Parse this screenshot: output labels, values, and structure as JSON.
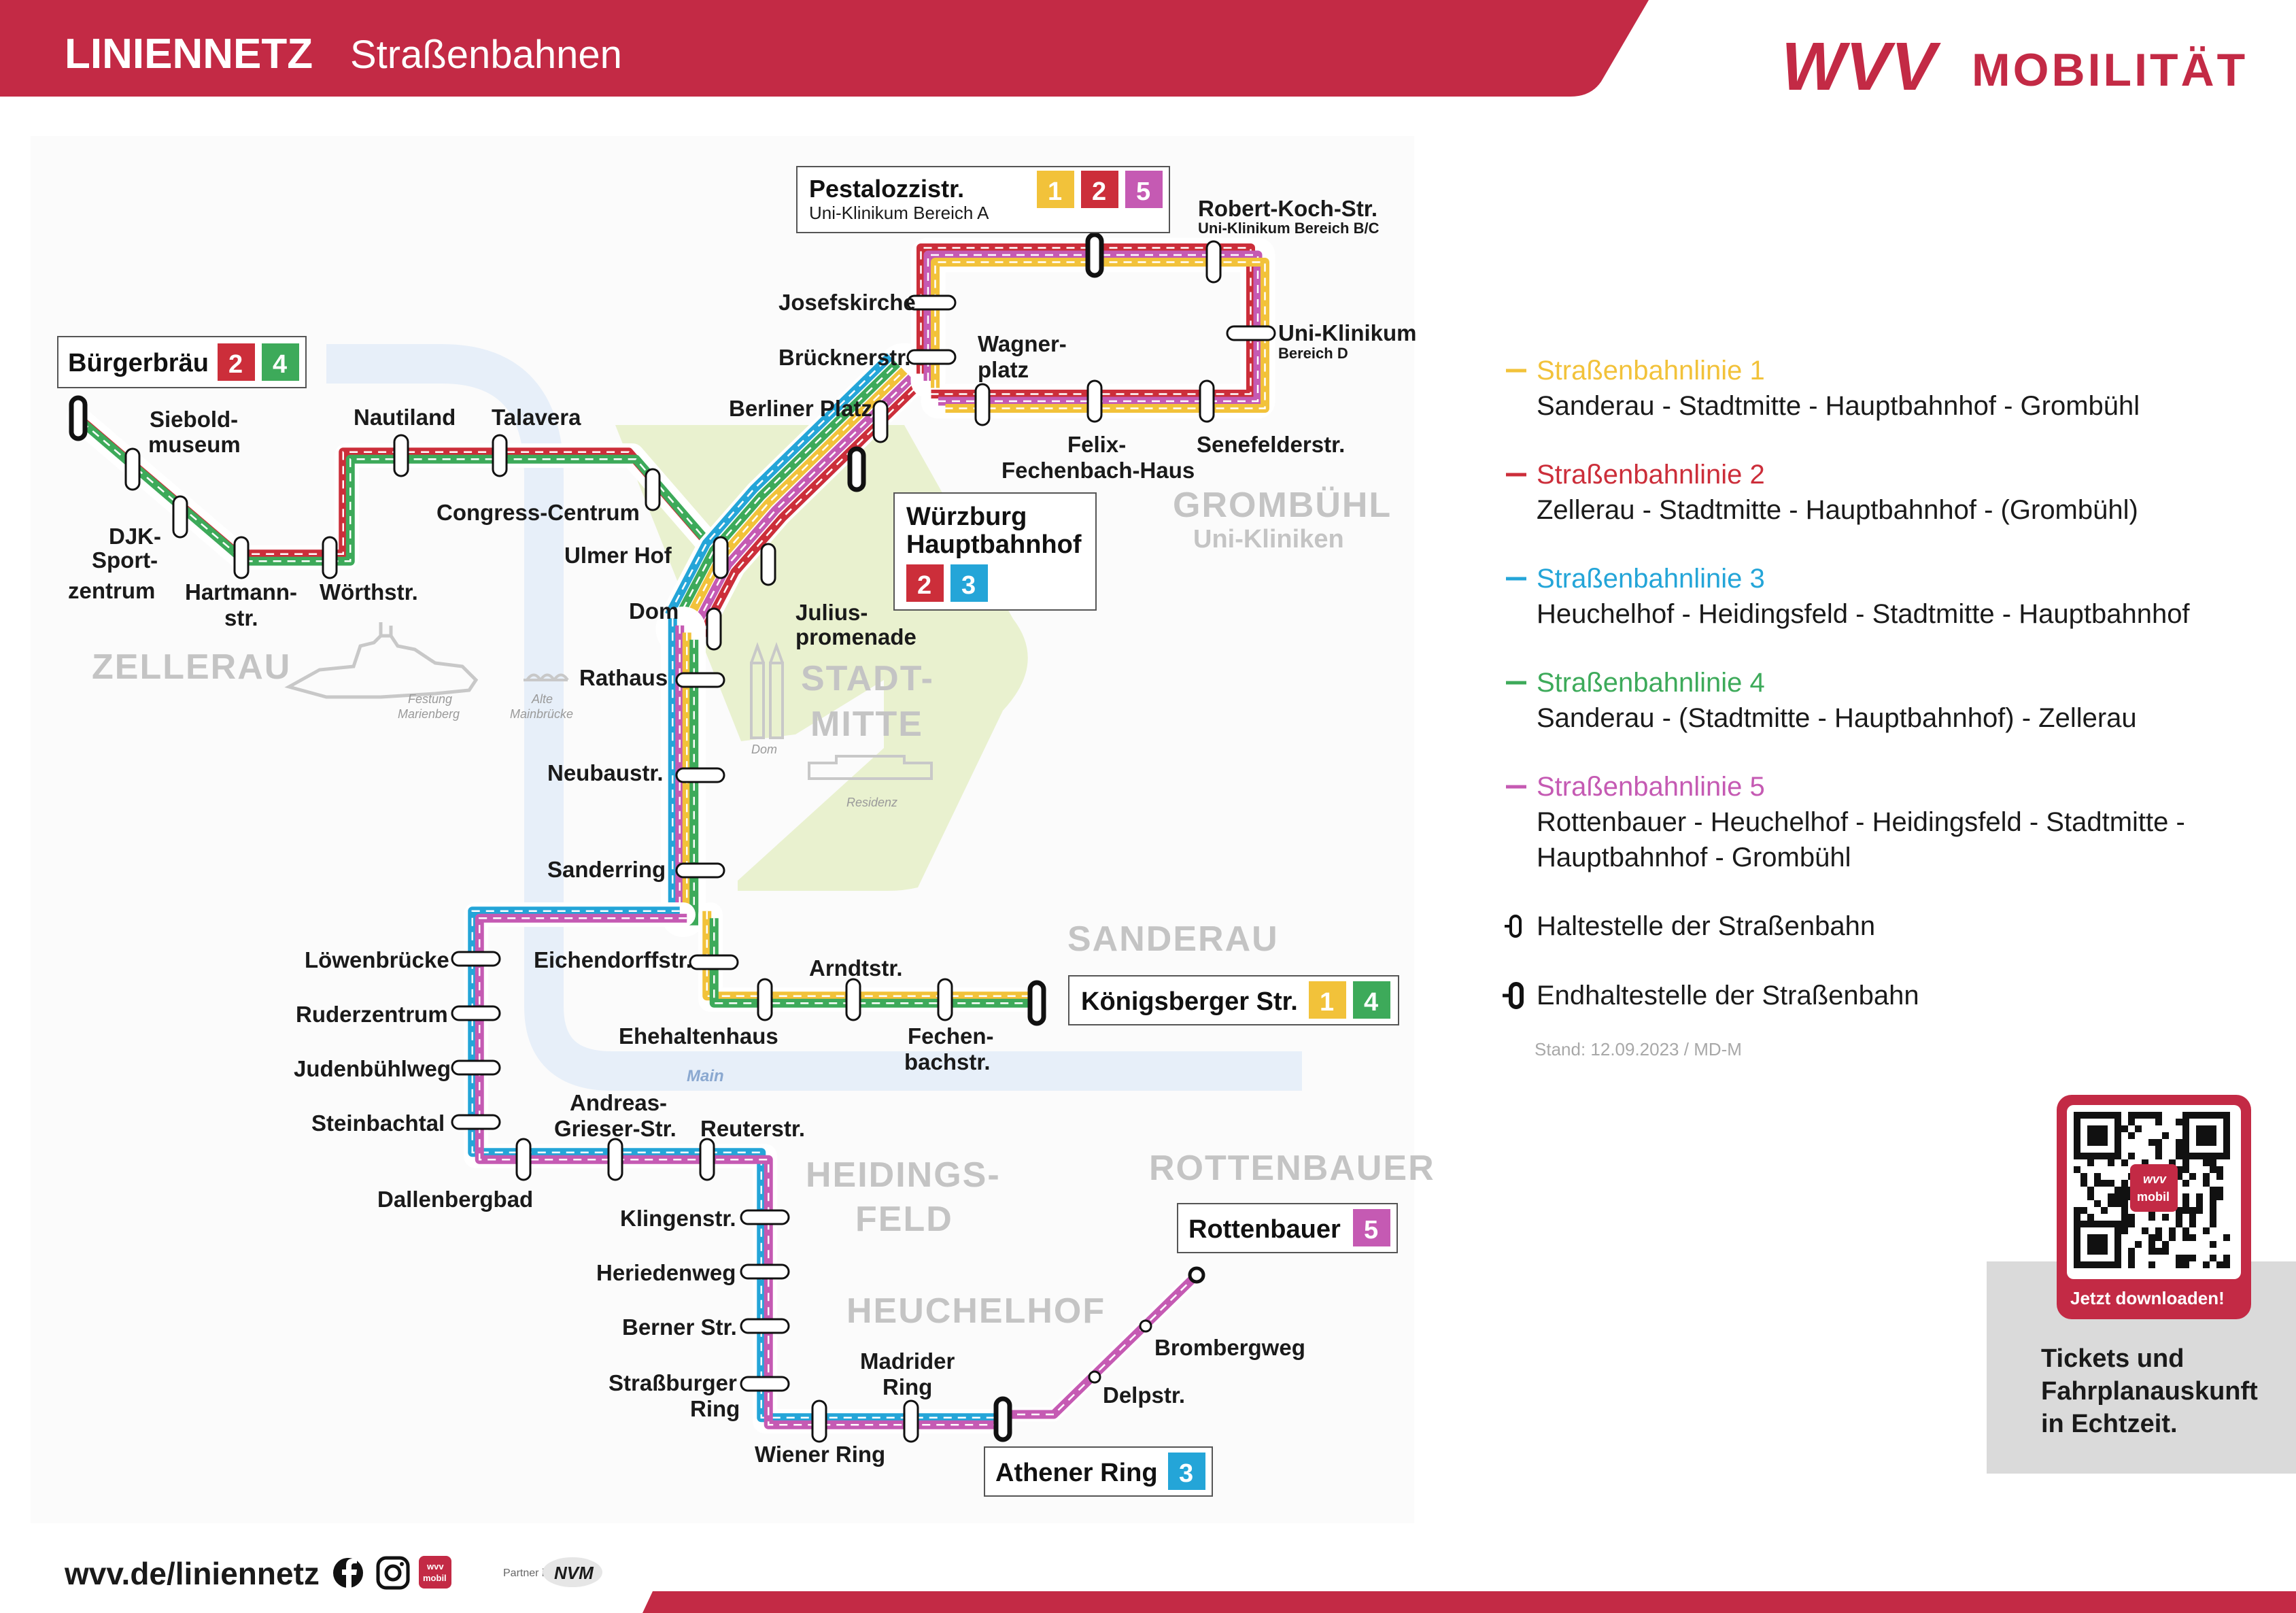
{
  "header": {
    "title": "LINIENNETZ",
    "subtitle": "Straßenbahnen",
    "brand_logo": "WVV",
    "brand_name": "MOBILITÄT"
  },
  "colors": {
    "brand_red": "#c32a45",
    "line1": "#f2c23a",
    "line2": "#cc2e3a",
    "line3": "#24a5d8",
    "line4": "#3daa5a",
    "line5": "#c55ab3",
    "river": "#e7eff9",
    "park": "#e9f1cf"
  },
  "districts": {
    "zellerau": "ZELLERAU",
    "grombuehl": "GROMBÜHL",
    "grombuehl_sub": "Uni-Kliniken",
    "stadtmitte_1": "STADT-",
    "stadtmitte_2": "MITTE",
    "sanderau": "SANDERAU",
    "heidingsfeld_1": "HEIDINGS-",
    "heidingsfeld_2": "FELD",
    "heuchelhof": "HEUCHELHOF",
    "rottenbauer": "ROTTENBAUER"
  },
  "landmarks": {
    "festung_1": "Festung",
    "festung_2": "Marienberg",
    "bruecke_1": "Alte",
    "bruecke_2": "Mainbrücke",
    "dom": "Dom",
    "residenz": "Residenz",
    "river": "Main"
  },
  "stations": {
    "siebold_1": "Siebold-",
    "siebold_2": "museum",
    "djk_1": "DJK-",
    "djk_2": "Sport-",
    "djk_3": "zentrum",
    "hartmann_1": "Hartmann-",
    "hartmann_2": "str.",
    "woerth": "Wörthstr.",
    "nautiland": "Nautiland",
    "talavera": "Talavera",
    "congress": "Congress-Centrum",
    "ulmerhof": "Ulmer Hof",
    "dom": "Dom",
    "julius_1": "Julius-",
    "julius_2": "promenade",
    "rathaus": "Rathaus",
    "neubau": "Neubaustr.",
    "sanderring": "Sanderring",
    "eichendorff": "Eichendorffstr.",
    "ehehalten": "Ehehaltenhaus",
    "arndt": "Arndtstr.",
    "fechen_1": "Fechen-",
    "fechen_2": "bachstr.",
    "loewen": "Löwenbrücke",
    "ruder": "Ruderzentrum",
    "juden": "Judenbühlweg",
    "steinbach": "Steinbachtal",
    "dallen": "Dallenbergbad",
    "andreas_1": "Andreas-",
    "andreas_2": "Grieser-Str.",
    "reuter": "Reuterstr.",
    "klingen": "Klingenstr.",
    "herieden": "Heriedenweg",
    "berner": "Berner Str.",
    "strass_1": "Straßburger",
    "strass_2": "Ring",
    "wiener": "Wiener Ring",
    "madrider_1": "Madrider",
    "madrider_2": "Ring",
    "delp": "Delpstr.",
    "bromberg": "Brombergweg",
    "berliner": "Berliner Platz",
    "brueckner": "Brücknerstr.",
    "josefs": "Josefskirche",
    "wagner_1": "Wagner-",
    "wagner_2": "platz",
    "felix_1": "Felix-",
    "felix_2": "Fechenbach-Haus",
    "senefelder": "Senefelderstr.",
    "unikl": "Uni-Klinikum",
    "unikl_sub": "Bereich D",
    "robert": "Robert-Koch-Str.",
    "robert_sub": "Uni-Klinikum Bereich B/C"
  },
  "terminals": {
    "buergerbraeu": {
      "name": "Bürgerbräu",
      "lines": [
        "2",
        "4"
      ]
    },
    "pestalozzi": {
      "name": "Pestalozzistr.",
      "sub": "Uni-Klinikum Bereich A",
      "lines": [
        "1",
        "2",
        "5"
      ]
    },
    "hbf": {
      "name_1": "Würzburg",
      "name_2": "Hauptbahnhof",
      "lines": [
        "2",
        "3"
      ]
    },
    "koenigsberger": {
      "name": "Königsberger Str.",
      "lines": [
        "1",
        "4"
      ]
    },
    "rottenbauer": {
      "name": "Rottenbauer",
      "lines": [
        "5"
      ]
    },
    "athener": {
      "name": "Athener Ring",
      "lines": [
        "3"
      ]
    }
  },
  "legend": [
    {
      "title": "Straßenbahnlinie 1",
      "desc_1": "Sanderau - Stadtmitte - Hauptbahnhof - Grombühl",
      "desc_2": "",
      "color": "#f2c23a"
    },
    {
      "title": "Straßenbahnlinie 2",
      "desc_1": "Zellerau - Stadtmitte - Hauptbahnhof - (Grombühl)",
      "desc_2": "",
      "color": "#cc2e3a"
    },
    {
      "title": "Straßenbahnlinie 3",
      "desc_1": "Heuchelhof - Heidingsfeld  - Stadtmitte - Hauptbahnhof",
      "desc_2": "",
      "color": "#24a5d8"
    },
    {
      "title": "Straßenbahnlinie 4",
      "desc_1": "Sanderau - (Stadtmitte - Hauptbahnhof) - Zellerau",
      "desc_2": "",
      "color": "#3daa5a"
    },
    {
      "title": "Straßenbahnlinie 5",
      "desc_1": "Rottenbauer - Heuchelhof - Heidingsfeld - Stadtmitte -",
      "desc_2": "Hauptbahnhof - Grombühl",
      "color": "#c55ab3"
    }
  ],
  "legend_symbols": {
    "stop": "Haltestelle der Straßenbahn",
    "terminal": "Endhaltestelle der Straßenbahn"
  },
  "stand": "Stand: 12.09.2023 / MD-M",
  "app_promo": {
    "qr_badge_1": "wvv",
    "qr_badge_2": "mobil",
    "download": "Jetzt downloaden!",
    "text_1": "Tickets und",
    "text_2": "Fahrplanauskunft",
    "text_3": "in Echtzeit."
  },
  "footer": {
    "url": "wvv.de/liniennetz",
    "icon_app_1": "wvv",
    "icon_app_2": "mobil",
    "partner_label": "Partner im",
    "partner_logo": "NVM"
  }
}
